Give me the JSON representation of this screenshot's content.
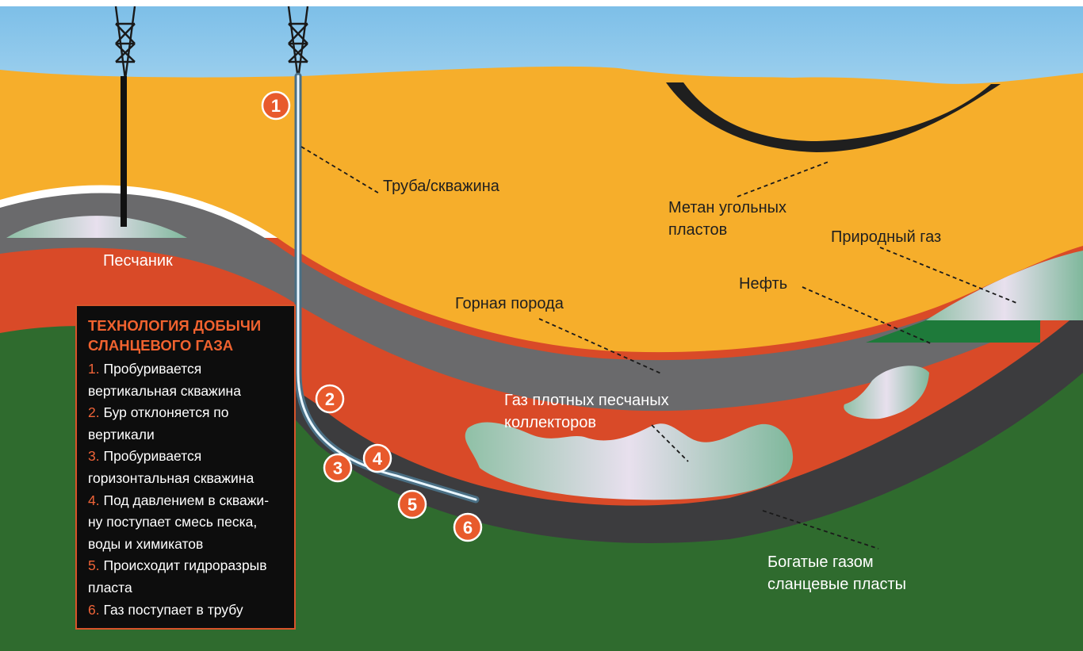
{
  "labels": {
    "pipe": "Труба/скважина",
    "coal_methane": "Метан угольных\nпластов",
    "natural_gas": "Природный газ",
    "sandstone": "Песчаник",
    "oil": "Нефть",
    "rock": "Горная порода",
    "tight_gas": "Газ плотных песчаных\nколлекторов",
    "shale": "Богатые газом\nсланцевые пласты"
  },
  "markers": [
    "1",
    "2",
    "3",
    "4",
    "5",
    "6"
  ],
  "legend": {
    "title": "ТЕХНОЛОГИЯ ДОБЫЧИ\nСЛАНЦЕВОГО ГАЗА",
    "steps": [
      {
        "num": "1.",
        "text": "Пробуривается\nвертикальная скважина"
      },
      {
        "num": "2.",
        "text": "Бур отклоняется по\nвертикали"
      },
      {
        "num": "3.",
        "text": "Пробуривается\nгоризонтальная скважина"
      },
      {
        "num": "4.",
        "text": "Под давлением в скважи-\nну поступает смесь песка,\nводы и химикатов"
      },
      {
        "num": "5.",
        "text": "Происходит гидроразрыв\nпласта"
      },
      {
        "num": "6.",
        "text": "Газ поступает в трубу"
      }
    ]
  },
  "colors": {
    "sky": "#86c3ea",
    "rock": "#f6ae2b",
    "gray_layer": "#6a6a6c",
    "red_layer": "#d94a28",
    "shale": "#3c3c3e",
    "ground": "#2f6b2e",
    "accent": "#e85a2c"
  }
}
